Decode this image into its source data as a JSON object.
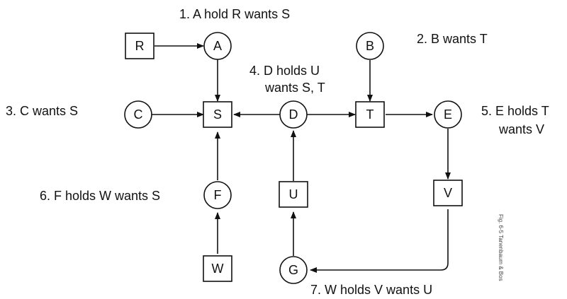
{
  "diagram": {
    "resources": [
      {
        "id": "R",
        "label": "R"
      },
      {
        "id": "S",
        "label": "S"
      },
      {
        "id": "T",
        "label": "T"
      },
      {
        "id": "U",
        "label": "U"
      },
      {
        "id": "V",
        "label": "V"
      },
      {
        "id": "W",
        "label": "W"
      }
    ],
    "processes": [
      {
        "id": "A",
        "label": "A"
      },
      {
        "id": "B",
        "label": "B"
      },
      {
        "id": "C",
        "label": "C"
      },
      {
        "id": "D",
        "label": "D"
      },
      {
        "id": "E",
        "label": "E"
      },
      {
        "id": "F",
        "label": "F"
      },
      {
        "id": "G",
        "label": "G"
      }
    ],
    "captions": {
      "c1": "1. A hold R wants S",
      "c2": "2. B wants T",
      "c3": "3. C wants S",
      "c4_line1": "4. D holds U",
      "c4_line2": "wants S, T",
      "c5_line1": "5. E holds T",
      "c5_line2": "wants V",
      "c6": "6. F holds W wants S",
      "c7": "7. W holds V wants U"
    },
    "figure_credit": "Fig. 6-5 Tanenbaum & Bos",
    "edges": [
      {
        "from": "R",
        "to": "A"
      },
      {
        "from": "A",
        "to": "S"
      },
      {
        "from": "B",
        "to": "T"
      },
      {
        "from": "C",
        "to": "S"
      },
      {
        "from": "D",
        "to": "S"
      },
      {
        "from": "D",
        "to": "T"
      },
      {
        "from": "T",
        "to": "E"
      },
      {
        "from": "E",
        "to": "V"
      },
      {
        "from": "F",
        "to": "S"
      },
      {
        "from": "W",
        "to": "F"
      },
      {
        "from": "U",
        "to": "D"
      },
      {
        "from": "G",
        "to": "U"
      },
      {
        "from": "V",
        "to": "G"
      }
    ]
  }
}
